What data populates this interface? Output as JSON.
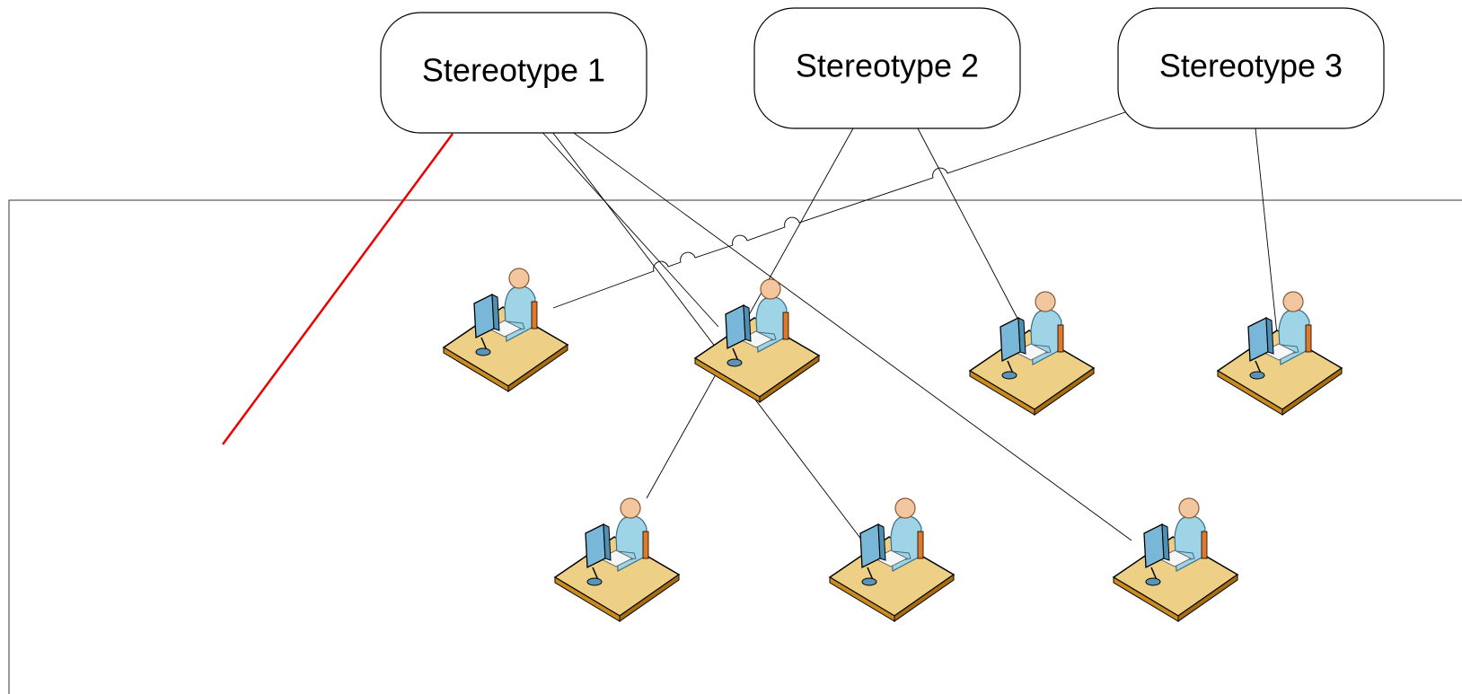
{
  "stereotypes": [
    {
      "label": "Stereotype 1"
    },
    {
      "label": "Stereotype 2"
    },
    {
      "label": "Stereotype 3"
    }
  ],
  "icons": {
    "workstation_user": "person-at-computer-desk-icon"
  },
  "colors": {
    "connector": "#000000",
    "highlight_line": "#ee0000",
    "desk_top": "#eecf86",
    "desk_edge": "#c98a1f",
    "person_body": "#9fd3e6",
    "person_skin": "#f2c7a0",
    "monitor": "#78b7d8"
  }
}
